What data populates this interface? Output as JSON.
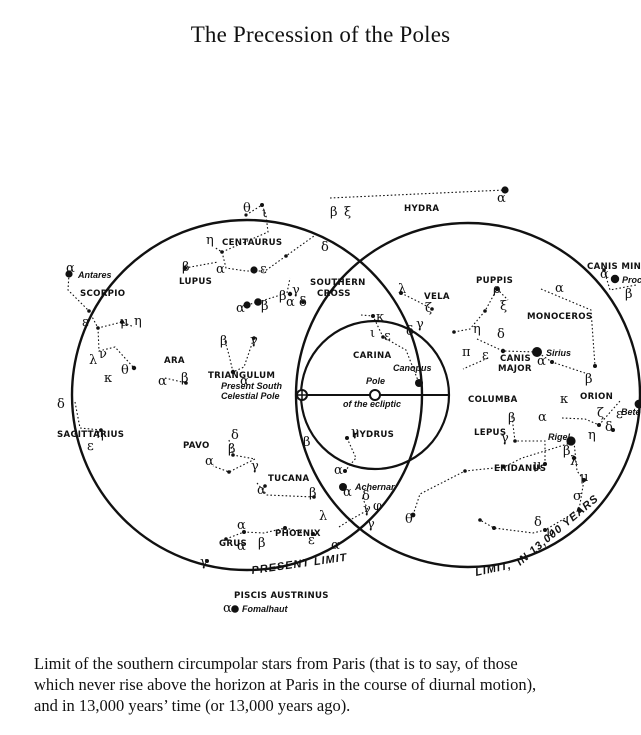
{
  "title": "The Precession of the Poles",
  "caption": [
    "Limit of the southern circumpolar stars from Paris (that is to say, of those",
    "which never rise above the horizon at Paris in the course of diurnal motion),",
    "and in 13,000 years’ time (or 13,000 years ago)."
  ],
  "circle_labels": {
    "present": "PRESENT LIMIT",
    "future_a": "LIMIT,",
    "future_b": "IN 13,000 YEARS"
  },
  "labels": {
    "hydra": "HYDRA",
    "centaurus": "CENTAURUS",
    "lupus": "LUPUS",
    "antares": "Antares",
    "scorpio": "SCORPIO",
    "southern": "SOUTHERN",
    "cross": "CROSS",
    "vela": "VELA",
    "puppis": "PUPPIS",
    "canis_min": "CANIS MIN",
    "procyon": "Proc",
    "monoceros": "MONOCEROS",
    "canis": "CANIS",
    "major": "MAJOR",
    "sirius": "Sirius",
    "carina": "CARINA",
    "canopus": "Canopus",
    "ara": "ARA",
    "triangulum": "TRIANGULUM",
    "present_south": "Present South",
    "celestial_pole": "Celestial Pole",
    "pole": "Pole",
    "of_ecliptic": "of the ecliptic",
    "sagittarius": "SAGITTARIUS",
    "columba": "COLUMBA",
    "orion": "ORION",
    "betelgeuse": "Bete",
    "lepus": "LEPUS",
    "rigel": "Rigel",
    "hydrus": "HYDRUS",
    "pavo": "PAVO",
    "eridanus": "ERIDANUS",
    "tucana": "TUCANA",
    "achernar": "Achernar",
    "phoenix": "PHOENIX",
    "grus": "GRUS",
    "piscis": "PISCIS AUSTRINUS",
    "fomalhaut": "Fomalhaut"
  }
}
